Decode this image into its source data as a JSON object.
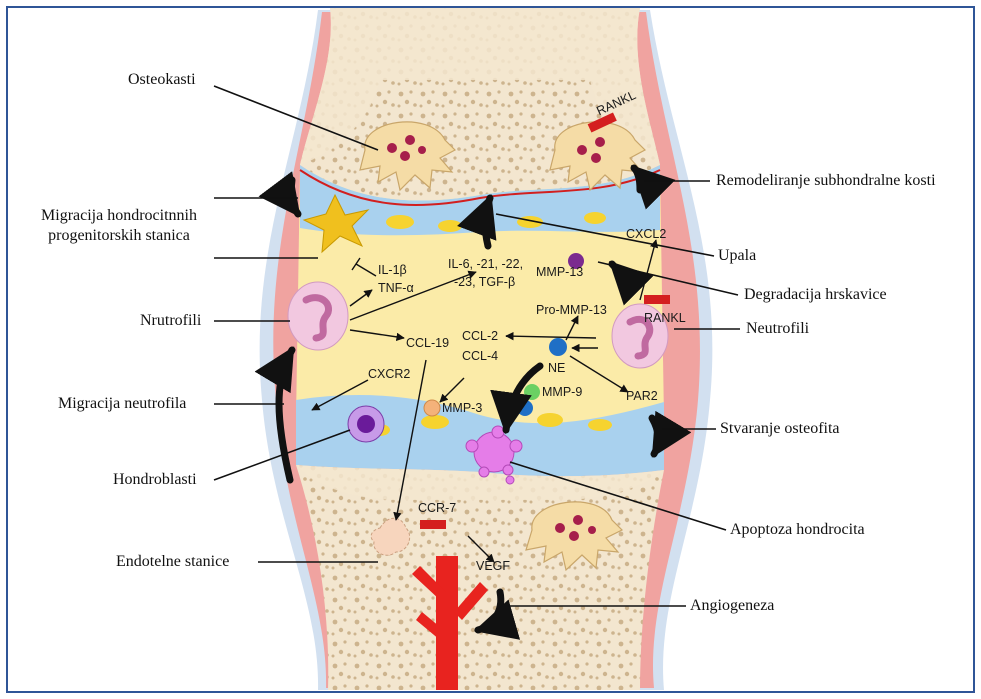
{
  "frame": {
    "border_color": "#2f5597"
  },
  "colors": {
    "bone": "#f3e6cf",
    "bone_dots": "#c9ae86",
    "cartilage": "#a9d1ee",
    "synovial": "#fbeba8",
    "capsule": "#f0a3a0",
    "osteoclast": "#f5dca6",
    "vessel": "#e8231f",
    "neutrophil": "#f2c8e0",
    "rankl": "#d41f1f"
  },
  "left_labels": {
    "osteoclast": "Osteokasti",
    "migration_progenitors": "Migracija hondrocitnnih progenitorskih stanica",
    "neutrophils": "Nrutrofili",
    "neutrophil_migration": "Migracija neutrofila",
    "chondroblasts": "Hondroblasti",
    "endothelial": "Endotelne stanice"
  },
  "right_labels": {
    "remodeling": "Remodeliranje subhondralne kosti",
    "inflammation": "Upala",
    "cartilage_degradation": "Degradacija hrskavice",
    "neutrophils": "Neutrofili",
    "osteophyte": "Stvaranje osteofita",
    "apoptosis": "Apoptoza hondrocita",
    "angiogenesis": "Angiogeneza"
  },
  "mediators": {
    "rankl_top": "RANKL",
    "cxcl2": "CXCL2",
    "il1b": "IL-1β",
    "tnfa": "TNF-α",
    "il_line1": "IL-6, -21, -22,",
    "il_line2": "-23, TGF-β",
    "mmp13": "MMP-13",
    "pro_mmp13": "Pro-MMP-13",
    "rankl_right": "RANKL",
    "ccl19": "CCL-19",
    "ccl2": "CCL-2",
    "ccl4": "CCL-4",
    "ne": "NE",
    "cxcr2": "CXCR2",
    "mmp9": "MMP-9",
    "mmp3": "MMP-3",
    "par2": "PAR2",
    "ccr7": "CCR-7",
    "vegf": "VEGF"
  }
}
